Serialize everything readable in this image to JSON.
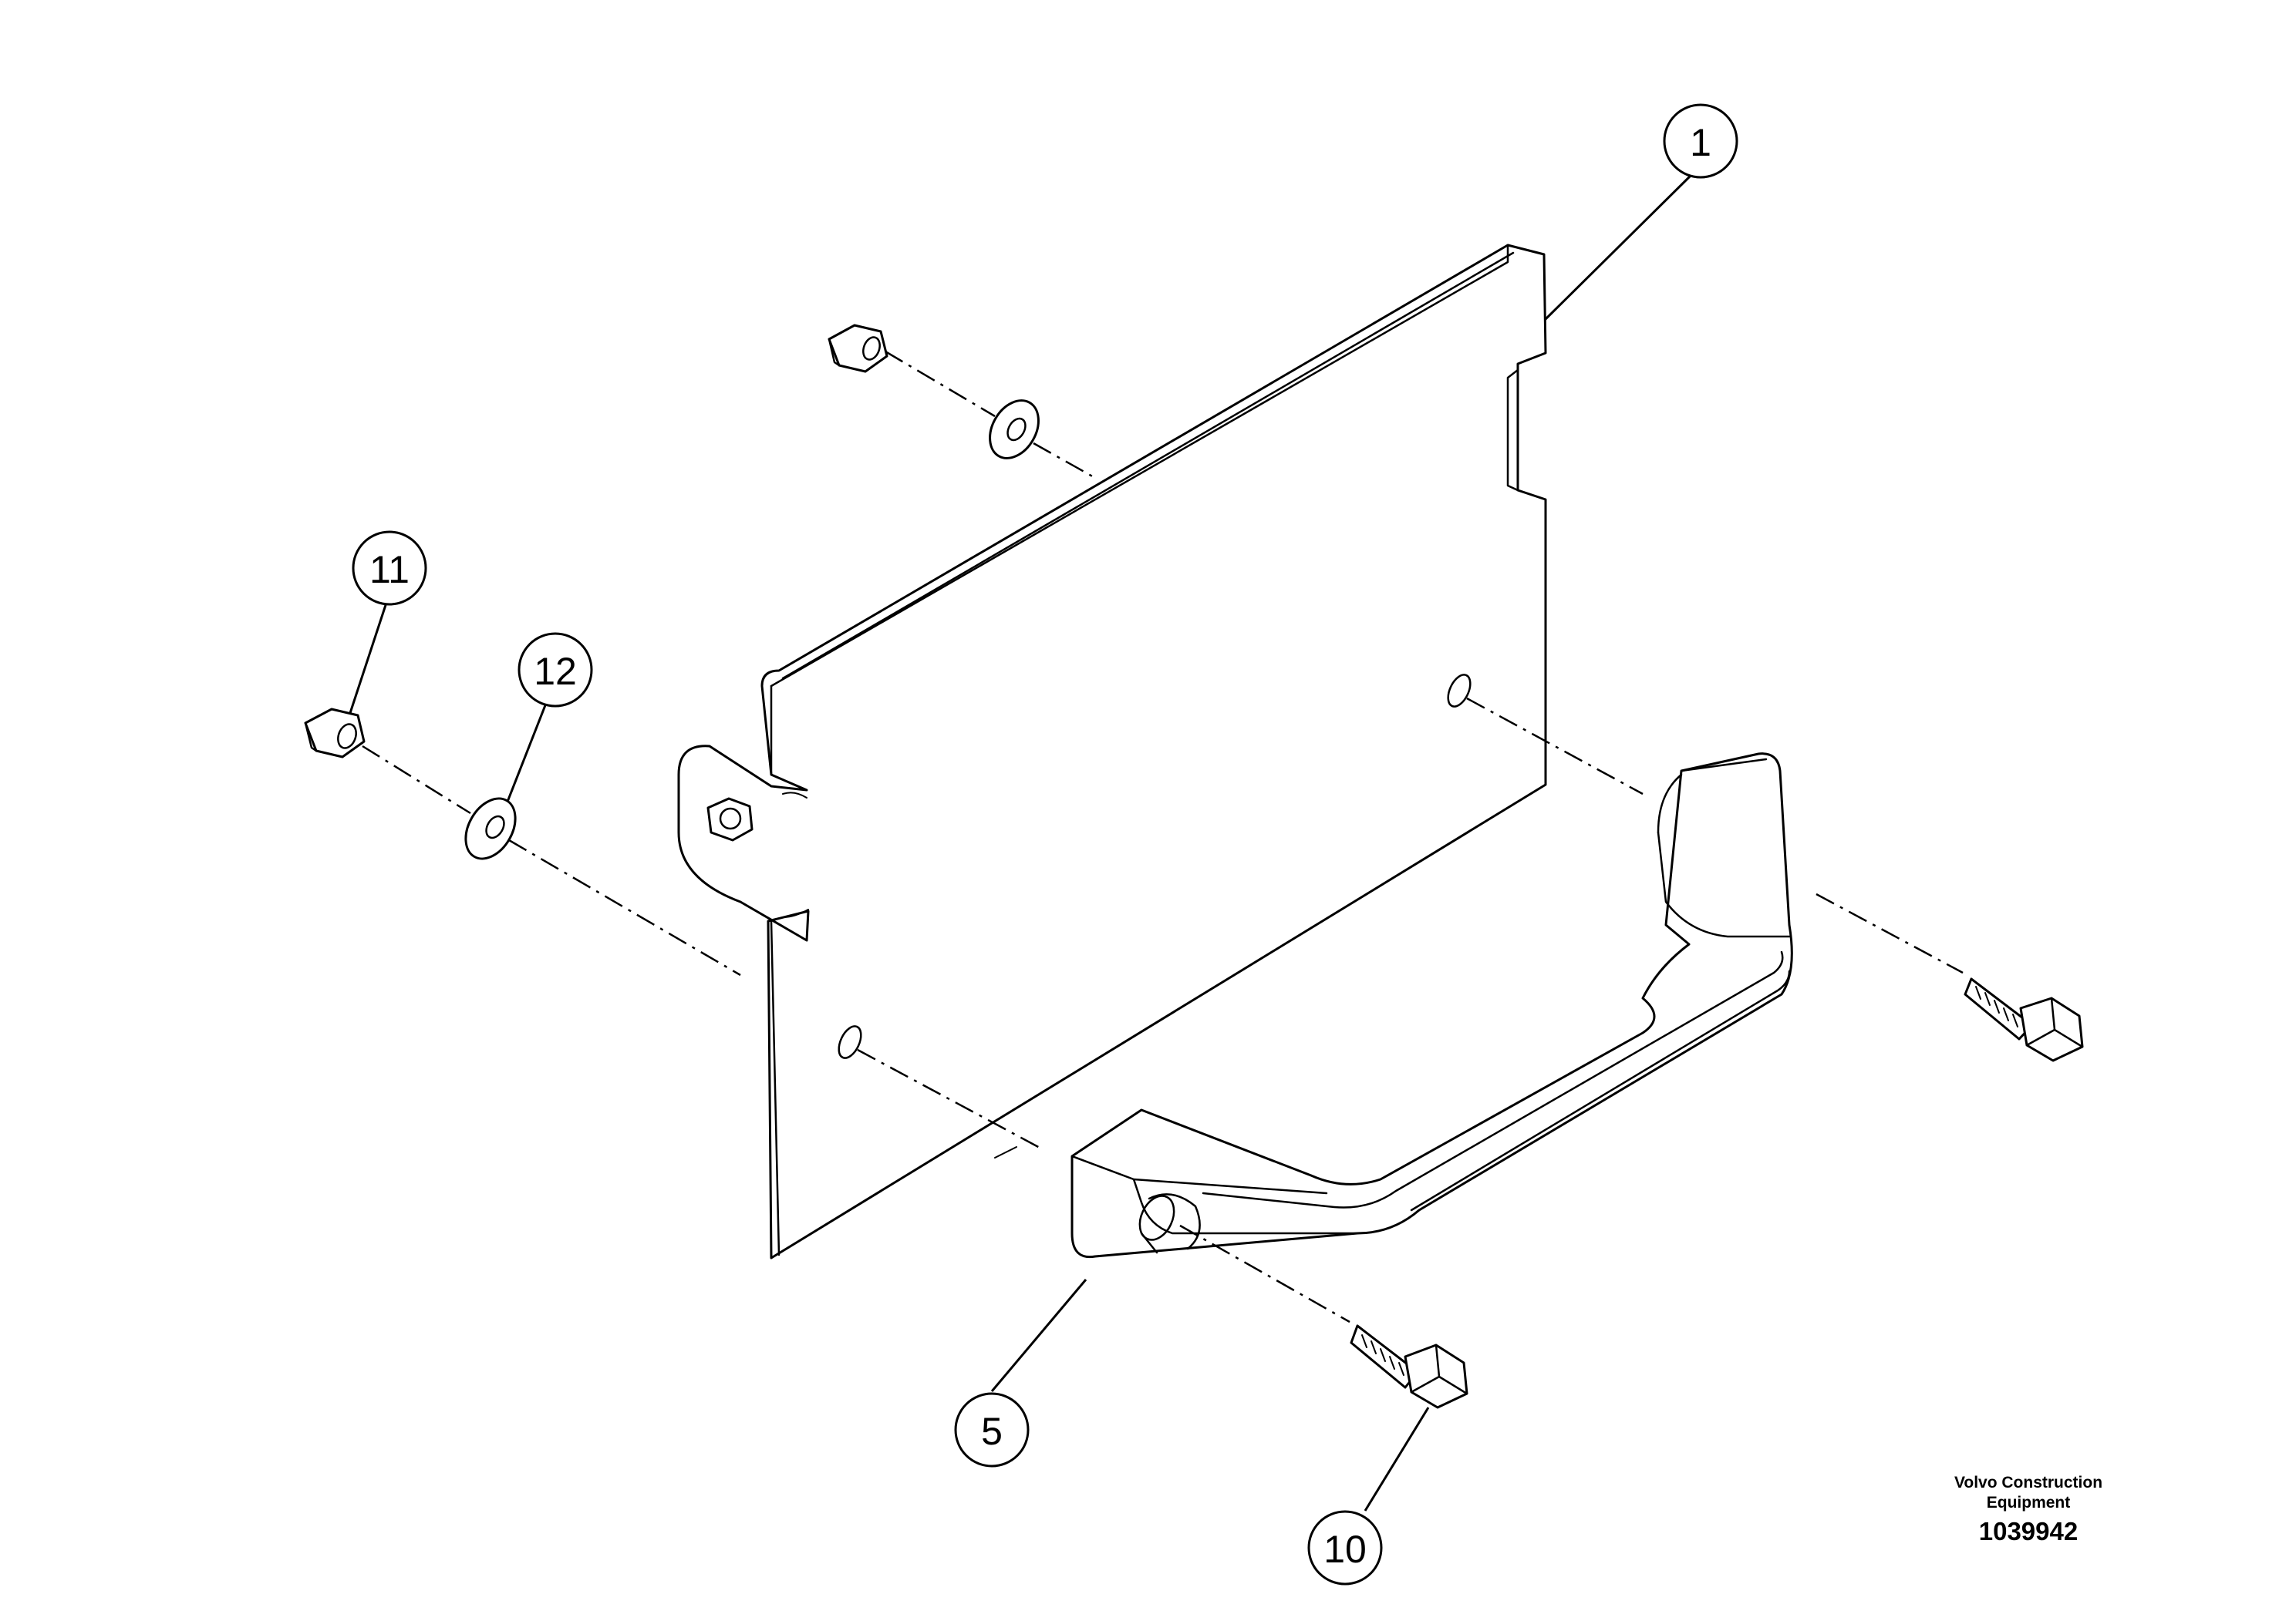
{
  "callouts": [
    {
      "id": "1",
      "label": "1"
    },
    {
      "id": "5",
      "label": "5"
    },
    {
      "id": "10",
      "label": "10"
    },
    {
      "id": "11",
      "label": "11"
    },
    {
      "id": "12",
      "label": "12"
    }
  ],
  "brand": {
    "line1": "Volvo Construction",
    "line2": "Equipment"
  },
  "drawing_number": "1039942"
}
